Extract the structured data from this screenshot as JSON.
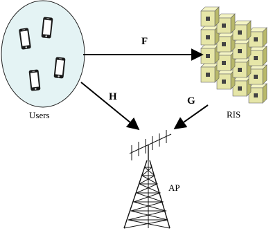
{
  "diagram": {
    "users": {
      "label": "Users",
      "device_count": 4,
      "device_icon": "smartphone-icon"
    },
    "ris": {
      "label": "RIS",
      "rows": 4,
      "cols": 4,
      "tile_color": "#e6e6a8",
      "tile_side_color": "#b9b96a",
      "tile_top_color": "#f4f4c4"
    },
    "ap": {
      "label": "AP",
      "icon": "antenna-tower-icon"
    },
    "links": {
      "F": {
        "label": "F",
        "from": "Users",
        "to": "RIS"
      },
      "H": {
        "label": "H",
        "from": "Users",
        "to": "AP"
      },
      "G": {
        "label": "G",
        "from": "RIS",
        "to": "AP"
      }
    },
    "colors": {
      "users_fill": "#e4f3f4",
      "outline": "#1a1a1a",
      "arrow": "#000000"
    }
  }
}
